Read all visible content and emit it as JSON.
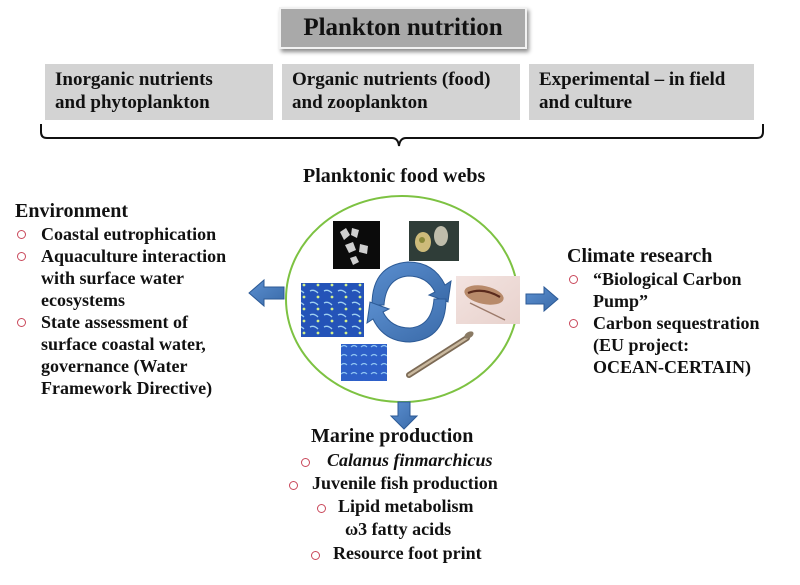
{
  "title": "Plankton nutrition",
  "categories": [
    {
      "line1": "Inorganic nutrients",
      "line2": "and phytoplankton"
    },
    {
      "line1": "Organic nutrients (food)",
      "line2": "and zooplankton"
    },
    {
      "line1": "Experimental – in field",
      "line2": "and culture"
    }
  ],
  "center_label": "Planktonic food webs",
  "environment": {
    "heading": "Environment",
    "items": [
      {
        "lines": [
          "Coastal eutrophication"
        ]
      },
      {
        "lines": [
          "Aquaculture interaction",
          "with surface water",
          "ecosystems"
        ]
      },
      {
        "lines": [
          "State assessment of",
          "surface coastal water,",
          "governance (Water",
          "Framework Directive)"
        ]
      }
    ]
  },
  "climate": {
    "heading": "Climate research",
    "items": [
      {
        "lines": [
          "“Biological Carbon",
          "Pump”"
        ]
      },
      {
        "lines": [
          "Carbon sequestration",
          "(EU project:",
          "OCEAN-CERTAIN)"
        ]
      }
    ]
  },
  "marine": {
    "heading": "Marine production",
    "items": [
      {
        "text": "Calanus finmarchicus",
        "italic": true
      },
      {
        "text": "Juvenile fish production"
      },
      {
        "text": "Lipid metabolism"
      },
      {
        "text": "ω3 fatty acids",
        "no_bullet": true
      },
      {
        "text": "Resource foot print"
      }
    ]
  },
  "images": [
    {
      "name": "dinoflagellates-micrograph-image"
    },
    {
      "name": "ciliates-micrograph-image"
    },
    {
      "name": "phytoplankton-chains-blue-image"
    },
    {
      "name": "copepod-image"
    },
    {
      "name": "diatoms-blue-image"
    },
    {
      "name": "larvacean-image"
    }
  ],
  "colors": {
    "ellipse": "#7dc242",
    "arrow": "#4f81bd",
    "bullet": "#c9485b",
    "title_bg": "#a9a9a9",
    "category_bg": "#d3d3d3"
  }
}
